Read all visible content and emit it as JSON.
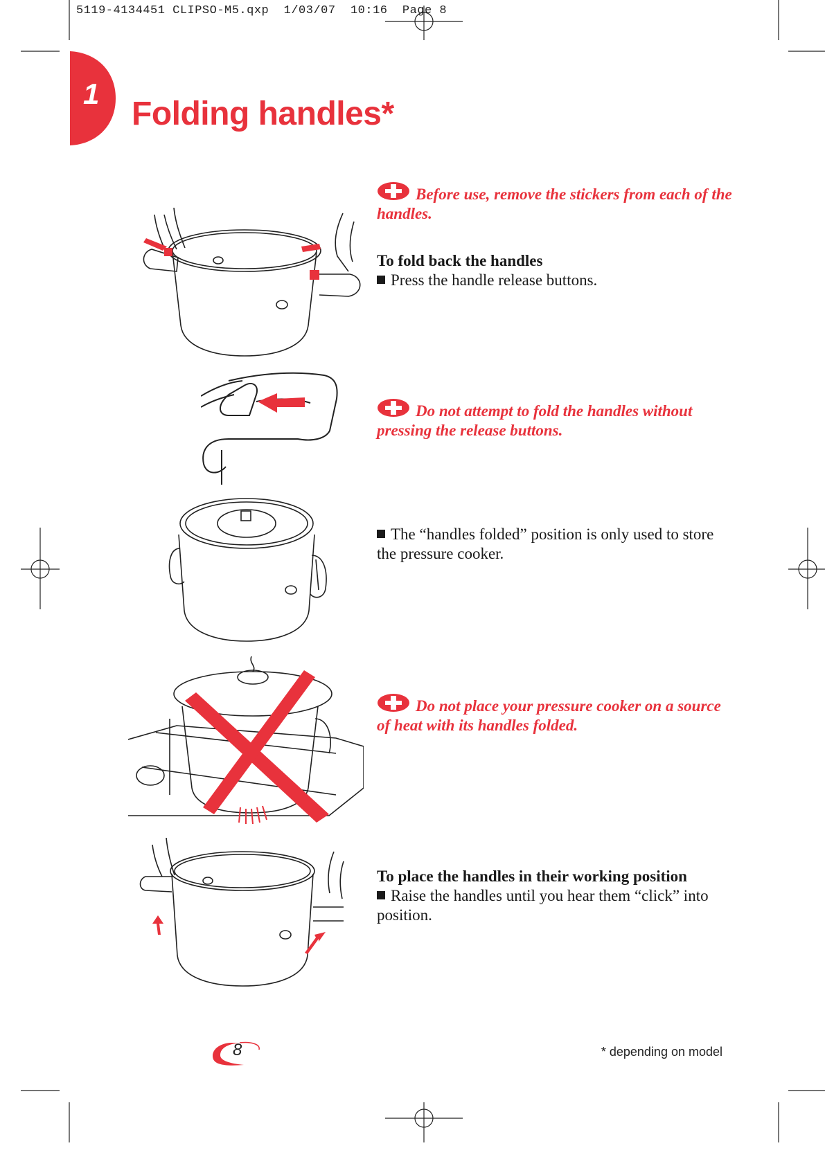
{
  "print_header": "5119-4134451 CLIPSO-M5.qxp  1/03/07  10:16  Page 8",
  "chapter": {
    "number": "1",
    "title": "Folding handles*"
  },
  "colors": {
    "accent": "#e8323c",
    "text": "#1a1a1a"
  },
  "sections": [
    {
      "warning": "Before use, remove the stickers from each of the handles.",
      "heading": "To fold back the handles",
      "bullet": "Press the handle release buttons."
    },
    {
      "warning": "Do not attempt to fold the handles without pressing the release buttons."
    },
    {
      "bullet": "The “handles folded” position is only used to store the pressure cooker."
    },
    {
      "warning": "Do not place your pressure cooker on a source of heat with its handles folded."
    },
    {
      "heading": "To place the handles in their working position",
      "bullet": "Raise the handles until you hear them “click” into position."
    }
  ],
  "icons": [
    "warning-icon",
    "pot-handles-press-illustration",
    "handle-closeup-illustration",
    "pot-folded-illustration",
    "pot-on-stove-crossed-illustration",
    "pot-raise-handles-illustration"
  ],
  "footer": {
    "page_number": "8",
    "footnote": "* depending on model"
  }
}
